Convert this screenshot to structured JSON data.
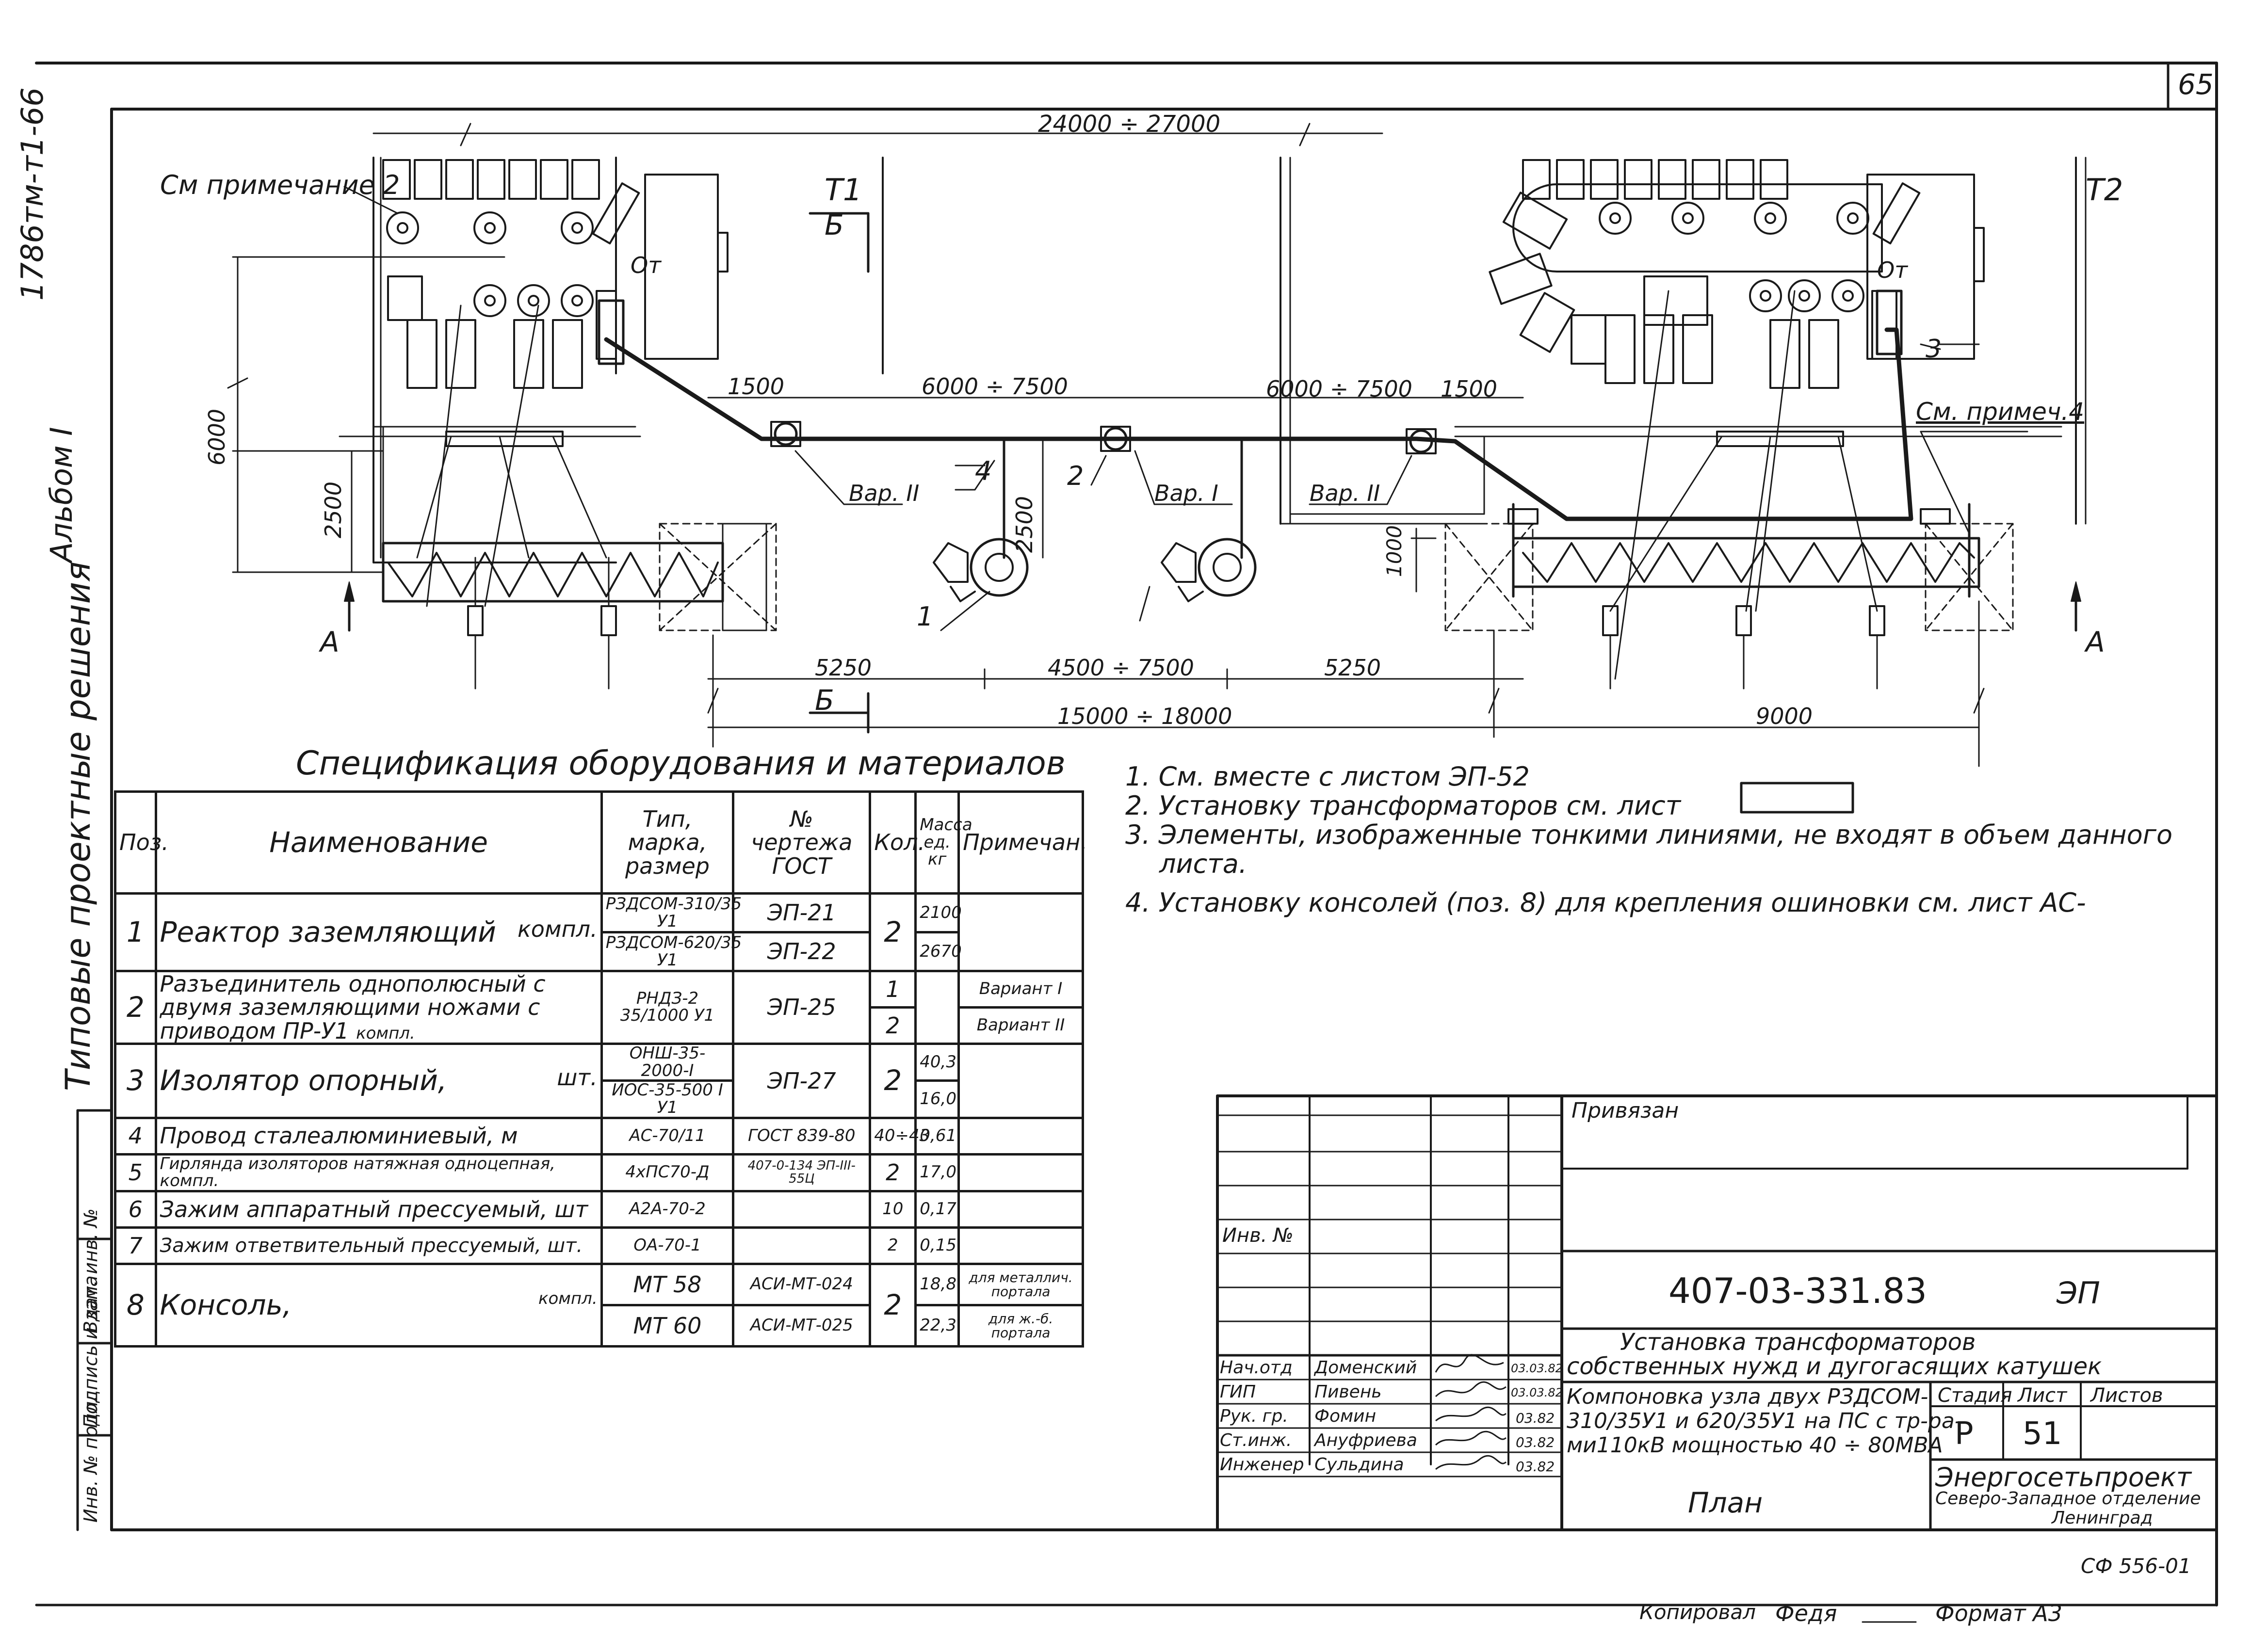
{
  "sheet_number": "65",
  "margin": {
    "top_code": "1786тм-т1-66",
    "album": "Альбом I",
    "series": "Типовые проектные решения",
    "stamp_labels": [
      "Инв. № подл.",
      "Подпись и дата",
      "Взам. инв. №"
    ]
  },
  "drawing": {
    "transformer_1": "Т1",
    "transformer_2": "Т2",
    "section_mark": "Б",
    "section_a": "А",
    "ot_label": "От",
    "note_ref_2": "См примечание 2",
    "note_ref_4": "См. примеч.4",
    "var_1": "Вар. I",
    "var_2": "Вар. II",
    "item_1": "1",
    "item_2": "2",
    "item_3": "3",
    "item_4": "4",
    "dims": {
      "overall": "24000 ÷ 27000",
      "d6000": "6000",
      "d2500_left": "2500",
      "d2500_mid": "2500",
      "d1000": "1000",
      "d1500_left": "1500",
      "d1500_right": "1500",
      "d6000_7500_left": "6000 ÷ 7500",
      "d6000_7500_right": "6000 ÷ 7500",
      "d5250_left": "5250",
      "d5250_right": "5250",
      "d4500_7500": "4500 ÷ 7500",
      "d15000_18000": "15000 ÷ 18000",
      "d9000": "9000"
    }
  },
  "spec": {
    "title": "Спецификация оборудования и материалов",
    "headers": [
      "Поз.",
      "Наименование",
      "Тип, марка, размер",
      "№ чертежа ГОСТ",
      "Кол.",
      "Масса ед. кг",
      "Примечан."
    ],
    "rows": [
      {
        "pos": "1",
        "name": "Реактор заземляющий",
        "unit": "компл.",
        "type_a": "РЗДСОМ-310/35 У1",
        "type_b": "РЗДСОМ-620/35 У1",
        "drw_a": "ЭП-21",
        "drw_b": "ЭП-22",
        "qty": "2",
        "mass_a": "2100",
        "mass_b": "2670",
        "note": ""
      },
      {
        "pos": "2",
        "name": "Разъединитель однополюсный с двумя заземляющими ножами с приводом ПР-У1",
        "unit": "компл.",
        "type": "РНДЗ-2 35/1000 У1",
        "drw": "ЭП-25",
        "qty_a": "1",
        "qty_b": "2",
        "note_a": "Вариант I",
        "note_b": "Вариант II"
      },
      {
        "pos": "3",
        "name": "Изолятор опорный,",
        "unit": "шт.",
        "type_a": "ОНШ-35-2000-I",
        "type_b": "ИОС-35-500 I У1",
        "drw": "ЭП-27",
        "qty": "2",
        "mass_a": "40,3",
        "mass_b": "16,0"
      },
      {
        "pos": "4",
        "name": "Провод сталеалюминиевый,",
        "unit": "м",
        "type": "АС-70/11",
        "drw": "ГОСТ 839-80",
        "qty": "40÷43",
        "mass": "0,61"
      },
      {
        "pos": "5",
        "name": "Гирлянда изоляторов натяжная одноцепная,",
        "unit": "компл.",
        "type": "4хПС70-Д",
        "drw": "407-0-134 ЭП-III-55Ц",
        "qty": "2",
        "mass": "17,0"
      },
      {
        "pos": "6",
        "name": "Зажим аппаратный прессуемый,",
        "unit": "шт",
        "type": "А2А-70-2",
        "drw": "",
        "qty": "10",
        "mass": "0,17"
      },
      {
        "pos": "7",
        "name": "Зажим ответвительный прессуемый,",
        "unit": "шт.",
        "type": "ОА-70-1",
        "drw": "",
        "qty": "2",
        "mass": "0,15"
      },
      {
        "pos": "8",
        "name": "Консоль,",
        "unit": "компл.",
        "type_a": "МТ 58",
        "type_b": "МТ 60",
        "drw_a": "АСИ-МТ-024",
        "drw_b": "АСИ-МТ-025",
        "qty": "2",
        "mass_a": "18,8",
        "mass_b": "22,3",
        "note_a": "для металлич. портала",
        "note_b": "для ж.-б. портала"
      }
    ]
  },
  "notes": [
    "1. См. вместе с листом ЭП-52",
    "2. Установку трансформаторов см. лист",
    "3. Элементы, изображенные тонкими линиями, не входят в объем данного",
    "листа.",
    "4. Установку консолей (поз. 8) для крепления ошиновки см. лист АС-"
  ],
  "title_block": {
    "privyazan": "Привязан",
    "inv": "Инв. №",
    "doc_code": "407-03-331.83",
    "doc_type": "ЭП",
    "title_1": "Установка трансформаторов",
    "title_2": "собственных нужд и дугогасящих катушек",
    "desc_1": "Компоновка узла двух РЗДСОМ-",
    "desc_2": "310/35У1 и 620/35У1 на ПС с тр-ра-",
    "desc_3": "ми110кВ мощностью 40 ÷ 80МВА",
    "sheet_title": "План",
    "stage_hdr": "Стадия",
    "list_hdr": "Лист",
    "lists_hdr": "Листов",
    "stage": "Р",
    "list": "51",
    "org_1": "Энергосетьпроект",
    "org_2": "Северо-Западное отделение",
    "org_3": "Ленинград",
    "people": [
      {
        "role": "Нач.отд",
        "name": "Доменский",
        "date": "03.03.82"
      },
      {
        "role": "ГИП",
        "name": "Пивень",
        "date": "03.03.82"
      },
      {
        "role": "Рук. гр.",
        "name": "Фомин",
        "date": "03.82"
      },
      {
        "role": "Ст.инж.",
        "name": "Ануфриева",
        "date": "03.82"
      },
      {
        "role": "Инженер",
        "name": "Сульдина",
        "date": "03.82"
      }
    ],
    "code_bottom": "СФ 556-01",
    "copied": "Копировал",
    "copier": "Федя",
    "format": "Формат А3"
  }
}
